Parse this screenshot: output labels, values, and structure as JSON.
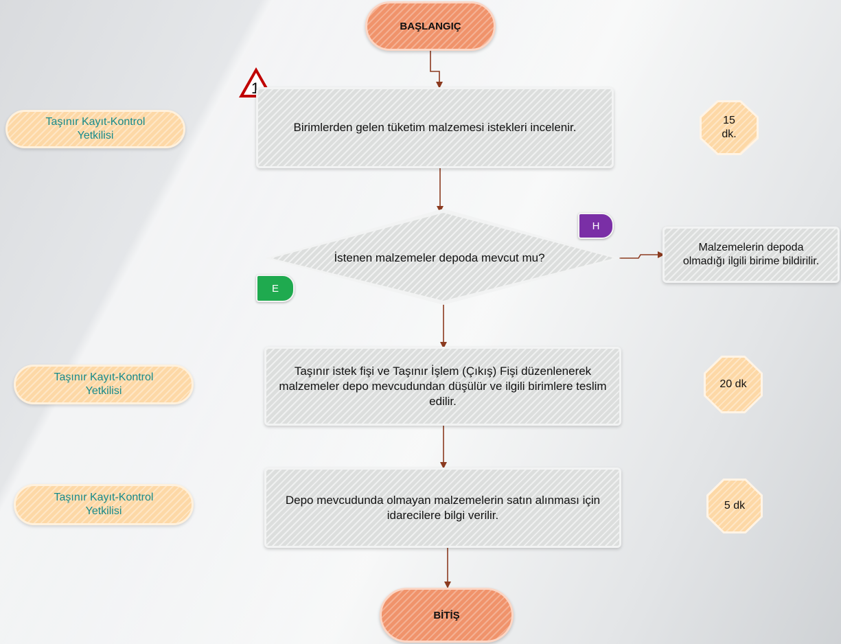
{
  "colors": {
    "arrow": "#8b3a1f",
    "terminal_fill": "#f0936b",
    "role_fill": "#fdd8a6",
    "role_text": "#178a8a",
    "process_fill": "#dcdedd",
    "tag_no": "#7a2fa6",
    "tag_yes": "#1faa4f",
    "warning": "#c00000"
  },
  "diagram": {
    "start": "BAŞLANGIÇ",
    "end": "BİTİŞ",
    "warning_number": "1",
    "steps": [
      {
        "role": "Taşınır Kayıt-Kontrol Yetkilisi",
        "text": "Birimlerden gelen tüketim malzemesi istekleri incelenir.",
        "time": "15 dk."
      },
      {
        "role": "Taşınır Kayıt-Kontrol Yetkilisi",
        "text": "Taşınır istek fişi ve Taşınır İşlem (Çıkış) Fişi düzenlenerek malzemeler depo mevcudundan düşülür ve ilgili birimlere teslim edilir.",
        "time": "20 dk"
      },
      {
        "role": "Taşınır Kayıt-Kontrol Yetkilisi",
        "text": "Depo mevcudunda olmayan malzemelerin satın alınması için idarecilere bilgi verilir.",
        "time": "5 dk"
      }
    ],
    "decision": {
      "question": "İstenen malzemeler depoda mevcut mu?",
      "no_label": "H",
      "yes_label": "E",
      "no_result": "Malzemelerin depoda olmadığı ilgili birime bildirilir."
    }
  }
}
